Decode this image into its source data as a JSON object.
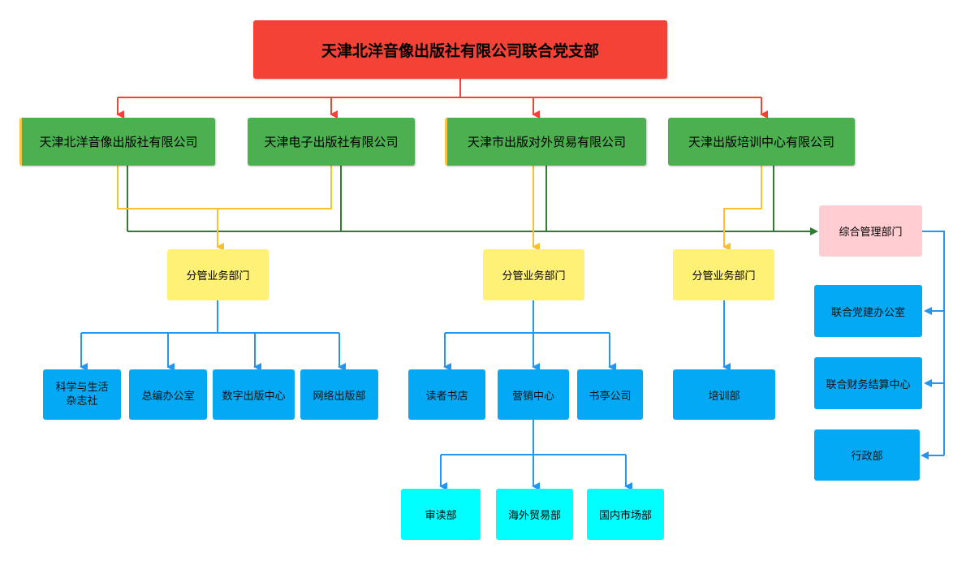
{
  "root": "天津北洋音像出版社有限公司联合党支部",
  "companies": [
    "天津北洋音像出版社有限公司",
    "天津电子出版社有限公司",
    "天津市出版对外贸易有限公司",
    "天津出版培训中心有限公司"
  ],
  "comprehensive_dept": "综合管理部门",
  "branch_depts": [
    "分管业务部门",
    "分管业务部门",
    "分管业务部门"
  ],
  "branch1_units": {
    "sci_line1": "科学与生活",
    "sci_line2": "杂志社",
    "editor_office": "总编办公室",
    "digital_center": "数字出版中心",
    "network_dept": "网络出版部"
  },
  "branch2_units": [
    "读者书店",
    "营销中心",
    "书亭公司"
  ],
  "marketing_subunits": [
    "审读部",
    "海外贸易部",
    "国内市场部"
  ],
  "training_dept": "培训部",
  "admin_units": [
    "联合党建办公室",
    "联合财务结算中心",
    "行政部"
  ],
  "colors": {
    "root": "#f44336",
    "company": "#4caf50",
    "branch": "#fff176",
    "comprehensive": "#ffcdd2",
    "unit": "#03a9f4",
    "subunit": "#00ffff",
    "red_line": "#f44336",
    "yellow_line": "#fbc02d",
    "green_line": "#2e7d32",
    "blue_line": "#2196f3"
  }
}
